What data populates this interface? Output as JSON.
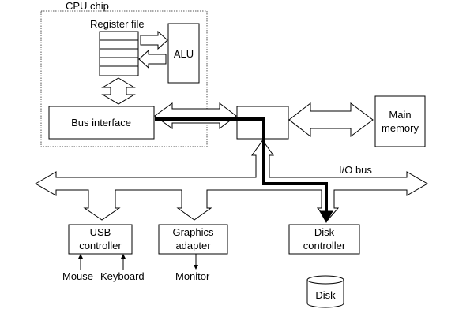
{
  "cpu_chip": {
    "label": "CPU chip"
  },
  "register_file": {
    "label": "Register file"
  },
  "alu": {
    "label": "ALU"
  },
  "bus_interface": {
    "label": "Bus interface"
  },
  "main_memory": {
    "line1": "Main",
    "line2": "memory"
  },
  "io_bus": {
    "label": "I/O bus"
  },
  "usb_controller": {
    "line1": "USB",
    "line2": "controller"
  },
  "graphics_adapter": {
    "line1": "Graphics",
    "line2": "adapter"
  },
  "disk_controller": {
    "line1": "Disk",
    "line2": "controller"
  },
  "devices": {
    "mouse": "Mouse",
    "keyboard": "Keyboard",
    "monitor": "Monitor",
    "disk": "Disk"
  }
}
